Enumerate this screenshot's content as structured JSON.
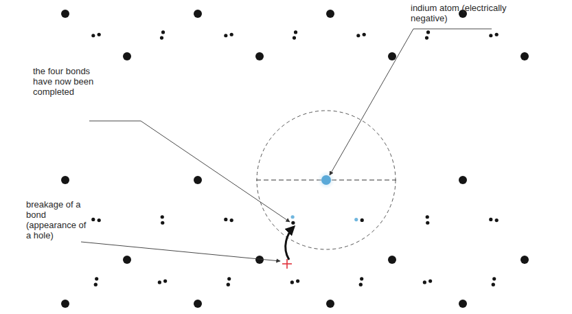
{
  "diagram": {
    "labels": [
      "indium atom (electrically negative)",
      "the four bonds have now been completed",
      "breakage of a bond (appearance of a hole)"
    ]
  }
}
